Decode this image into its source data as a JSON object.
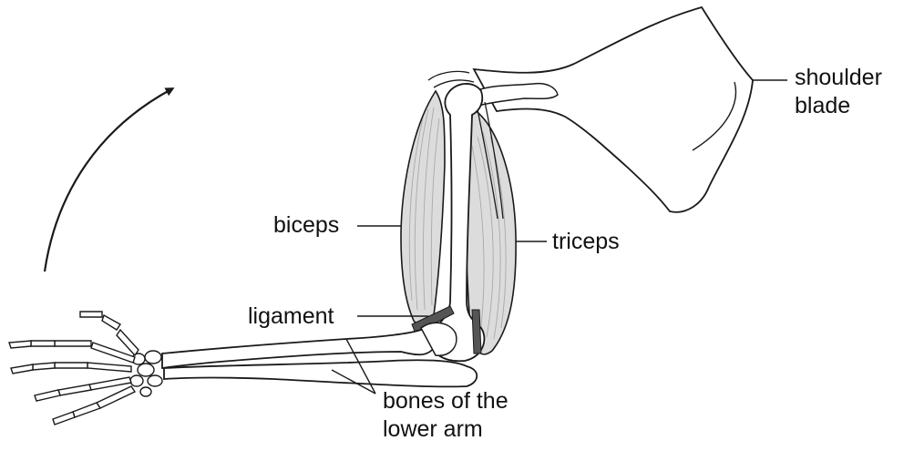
{
  "labels": {
    "shoulder_blade_line1": "shoulder",
    "shoulder_blade_line2": "blade",
    "biceps": "biceps",
    "triceps": "triceps",
    "ligament": "ligament",
    "bones_line1": "bones of the",
    "bones_line2": "lower arm"
  },
  "colors": {
    "outline": "#1a1a1a",
    "muscle_fill": "#dcdcdc",
    "muscle_striation": "#a9a9a9",
    "ligament_fill": "#555555",
    "bone_fill": "#ffffff"
  },
  "icons": {
    "motion_arrow": "curved-arrow-up-icon"
  }
}
